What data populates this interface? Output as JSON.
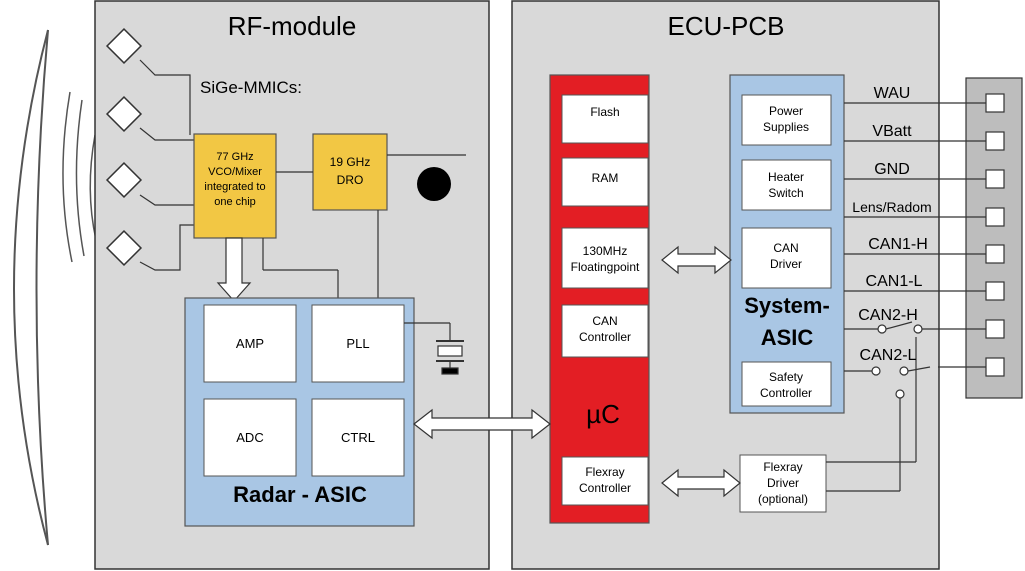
{
  "rf_module": {
    "title": "RF-module",
    "mmic_label": "SiGe-MMICs:",
    "vco_lines": [
      "77 GHz",
      "VCO/Mixer",
      "integrated to",
      "one chip"
    ],
    "dro_lines": [
      "19 GHz",
      "DRO"
    ],
    "radar_asic": {
      "title": "Radar - ASIC",
      "blocks": {
        "amp": "AMP",
        "pll": "PLL",
        "adc": "ADC",
        "ctrl": "CTRL"
      }
    }
  },
  "ecu_pcb": {
    "title": "ECU-PCB",
    "uc": {
      "label": "µC",
      "flash": "Flash",
      "ram": "RAM",
      "fpu_lines": [
        "130MHz",
        "Floatingpoint"
      ],
      "can_ctrl_lines": [
        "CAN",
        "Controller"
      ],
      "flexray_ctrl_lines": [
        "Flexray",
        "Controller"
      ]
    },
    "system_asic": {
      "title_lines": [
        "System-",
        "ASIC"
      ],
      "power_lines": [
        "Power",
        "Supplies"
      ],
      "heater_lines": [
        "Heater",
        "Switch"
      ],
      "can_driver_lines": [
        "CAN",
        "Driver"
      ],
      "safety_lines": [
        "Safety",
        "Controller"
      ]
    },
    "flexray_driver_lines": [
      "Flexray",
      "Driver",
      "(optional)"
    ]
  },
  "connector": {
    "pins": [
      "WAU",
      "VBatt",
      "GND",
      "Lens/Radom",
      "CAN1-H",
      "CAN1-L",
      "CAN2-H",
      "CAN2-L"
    ]
  },
  "colors": {
    "module_bg": "#d9d9d9",
    "asic_blue": "#a9c6e4",
    "uc_red": "#e31e24",
    "chip_yellow": "#f2c744",
    "connector_grey": "#bdbdbd"
  }
}
